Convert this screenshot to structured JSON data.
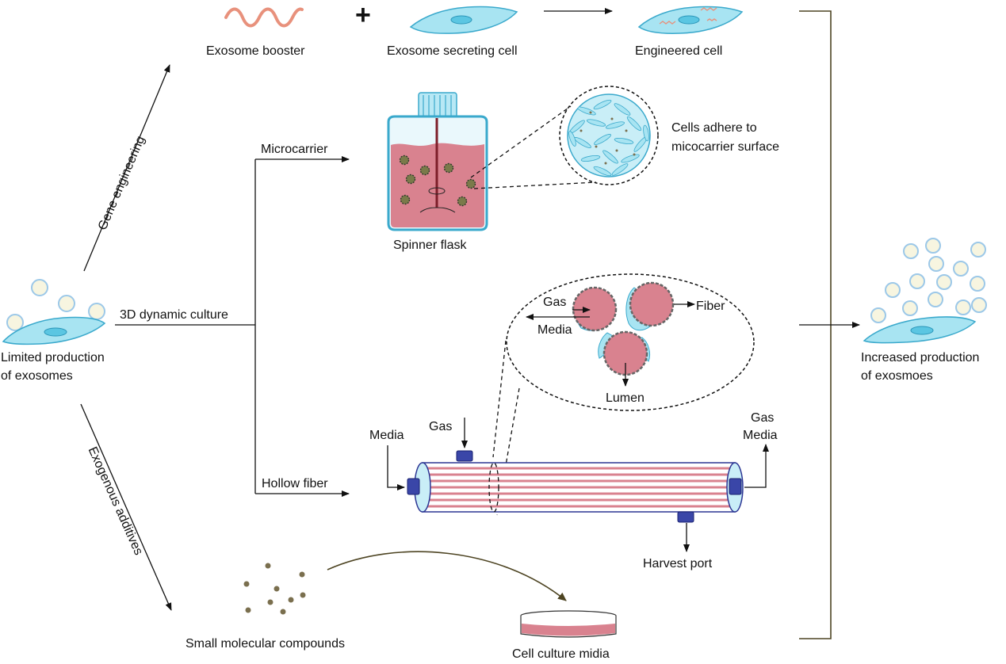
{
  "labels": {
    "exosome_booster": "Exosome booster",
    "plus": "+",
    "exosome_secreting_cell": "Exosome secreting cell",
    "engineered_cell": "Engineered cell",
    "microcarrier": "Microcarrier",
    "cells_adhere_line1": "Cells adhere to",
    "cells_adhere_line2": "micocarrier surface",
    "spinner_flask": "Spinner flask",
    "gene_engineering": "Gene engineering",
    "three_d_culture": "3D dynamic culture",
    "limited_line1": "Limited production",
    "limited_line2": "of exosomes",
    "increased_line1": "Increased production",
    "increased_line2": "of exosmoes",
    "gas_left": "Gas",
    "media_left": "Media",
    "fiber": "Fiber",
    "lumen": "Lumen",
    "gas_inlet": "Gas",
    "media_inlet": "Media",
    "gas_outlet": "Gas",
    "media_outlet": "Media",
    "hollow_fiber": "Hollow fiber",
    "harvest_port": "Harvest port",
    "exogenous_additives": "Exogenous additives",
    "small_molecules": "Small molecular compounds",
    "cell_culture_media": "Cell culture midia"
  },
  "colors": {
    "cell_fill": "#a8e4f2",
    "cell_stroke": "#3aa9cc",
    "nucleus": "#5bc6e2",
    "booster": "#e8917c",
    "media_fill": "#d9828f",
    "vesicle_fill": "#f7f5e0",
    "vesicle_stroke": "#9cc8e8",
    "port_blue": "#2b3593",
    "bracket": "#4d4422",
    "dot": "#7a6f4e"
  }
}
